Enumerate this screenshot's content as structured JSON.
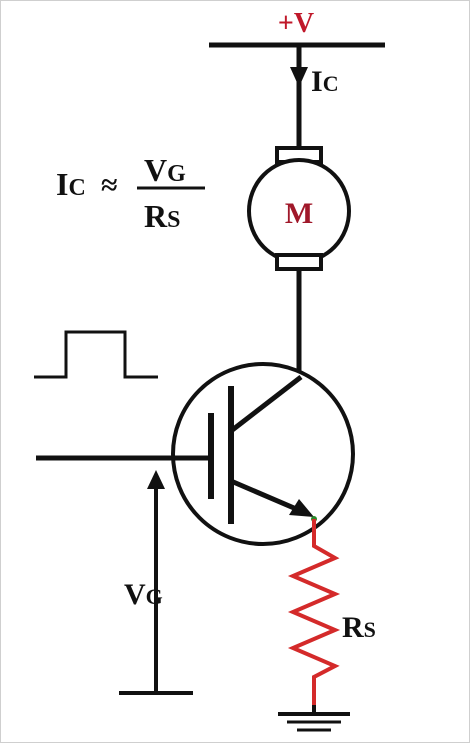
{
  "supply": {
    "label": "+V",
    "color": "#c0182a"
  },
  "current": {
    "main": "I",
    "sub": "C"
  },
  "motor": {
    "label": "M",
    "color": "#a0182a"
  },
  "equation": {
    "lhs_main": "I",
    "lhs_sub": "C",
    "approx": "≈",
    "num_main": "V",
    "num_sub": "G",
    "den_main": "R",
    "den_sub": "S"
  },
  "gate_voltage": {
    "main": "V",
    "sub": "G"
  },
  "resistor": {
    "main": "R",
    "sub": "S",
    "color": "#d42a2a"
  },
  "colors": {
    "wire": "#111111",
    "junction": "#2a8a2a"
  }
}
